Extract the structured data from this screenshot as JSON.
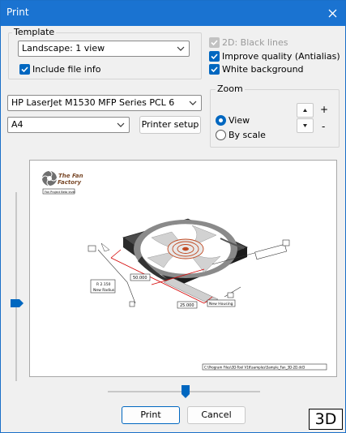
{
  "window": {
    "title": "Print"
  },
  "template": {
    "group_label": "Template",
    "selected": "Landscape: 1 view",
    "include_file_info_label": "Include file info",
    "include_file_info_checked": true
  },
  "options": {
    "black_lines_label": "2D: Black lines",
    "black_lines_checked": true,
    "black_lines_disabled": true,
    "improve_quality_label": "Improve quality (Antialias)",
    "improve_quality_checked": true,
    "white_background_label": "White background",
    "white_background_checked": true
  },
  "printer": {
    "selected": "HP LaserJet M1530 MFP Series PCL 6",
    "paper_size": "A4",
    "setup_label": "Printer setup"
  },
  "zoom": {
    "group_label": "Zoom",
    "view_label": "View",
    "by_scale_label": "By scale",
    "selected": "View",
    "plus": "+",
    "minus": "-"
  },
  "preview": {
    "logo_line1": "The Fan",
    "logo_line2": "Factory",
    "logo_caption": "Fan Project Beta level",
    "dim_top": "50.000",
    "dim_bottom": "25.000",
    "label_radius_1": "R 2.150",
    "label_radius_2": "New Radius",
    "label_housing": "New Housing",
    "file_path": "C:\\Program Files\\3D-Tool V16\\samples\\Sample_Fan_3D-2D.dd3"
  },
  "sliders": {
    "vertical_level": 0.59,
    "horizontal_level": 0.51
  },
  "buttons": {
    "print": "Print",
    "cancel": "Cancel"
  },
  "badge": "3D",
  "colors": {
    "accent": "#0067c0",
    "titlebar": "#1a73d1",
    "dim_red": "#d40000"
  }
}
